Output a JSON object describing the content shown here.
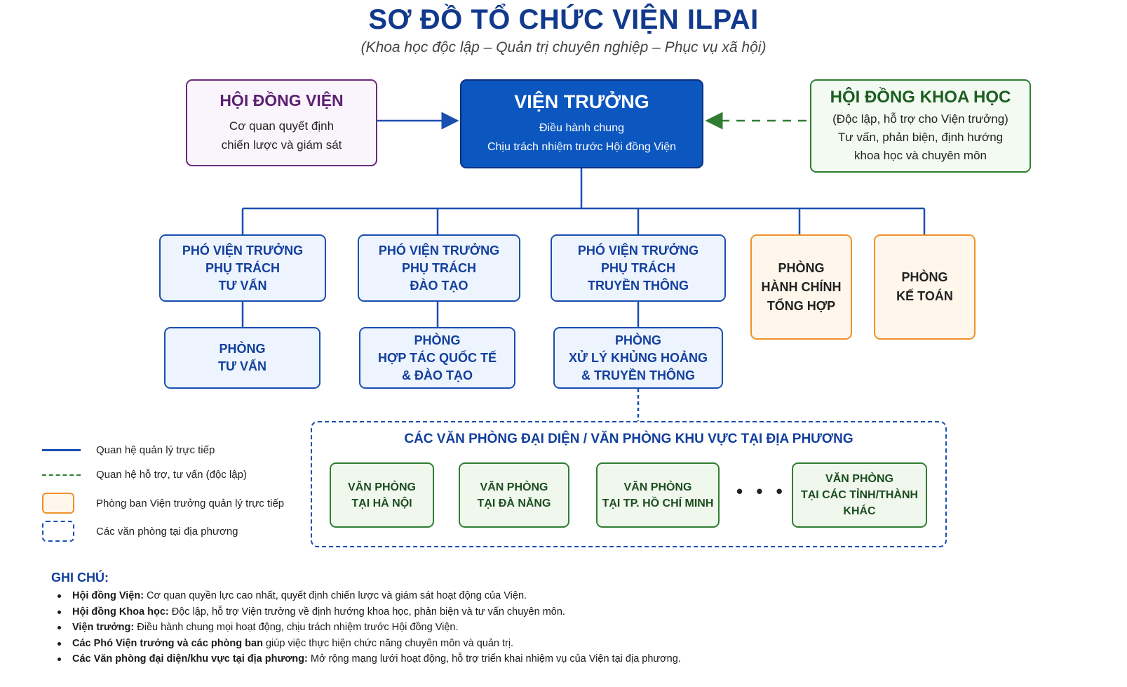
{
  "title": "SƠ ĐỒ TỔ CHỨC VIỆN ILPAI",
  "subtitle": "(Khoa học độc lập – Quản trị chuyên nghiệp – Phục vụ xã hội)",
  "council": {
    "heading": "HỘI ĐỒNG VIỆN",
    "lines": [
      "Cơ quan quyết định",
      "chiến lược và giám sát"
    ]
  },
  "director": {
    "heading": "VIỆN TRƯỞNG",
    "lines": [
      "Điều hành chung",
      "Chịu trách nhiệm trước Hội đồng Viện"
    ]
  },
  "science": {
    "heading": "HỘI ĐỒNG KHOA HỌC",
    "lines": [
      "(Độc lập, hỗ trợ cho Viện trưởng)",
      "Tư vấn, phản biện, định hướng",
      "khoa học và chuyên môn"
    ]
  },
  "deputies": [
    {
      "lines": [
        "PHÓ VIỆN TRƯỞNG",
        "PHỤ TRÁCH",
        "TƯ VẤN"
      ]
    },
    {
      "lines": [
        "PHÓ VIỆN TRƯỞNG",
        "PHỤ TRÁCH",
        "ĐÀO TẠO"
      ]
    },
    {
      "lines": [
        "PHÓ VIỆN TRƯỞNG",
        "PHỤ TRÁCH",
        "TRUYỀN THÔNG"
      ]
    }
  ],
  "departments": [
    {
      "lines": [
        "PHÒNG",
        "TƯ VẤN"
      ]
    },
    {
      "lines": [
        "PHÒNG",
        "HỢP TÁC QUỐC TẾ",
        "& ĐÀO TẠO"
      ]
    },
    {
      "lines": [
        "PHÒNG",
        "XỬ LÝ KHỦNG HOẢNG",
        "& TRUYỀN THÔNG"
      ]
    }
  ],
  "direct_departments": [
    {
      "lines": [
        "PHÒNG",
        "HÀNH CHÍNH",
        "TỔNG HỢP"
      ]
    },
    {
      "lines": [
        "PHÒNG",
        "KẾ TOÁN"
      ]
    }
  ],
  "regional": {
    "title": "CÁC VĂN PHÒNG ĐẠI DIỆN / VĂN PHÒNG KHU VỰC TẠI ĐỊA PHƯƠNG",
    "offices": [
      {
        "lines": [
          "VĂN PHÒNG",
          "TẠI HÀ NỘI"
        ]
      },
      {
        "lines": [
          "VĂN PHÒNG",
          "TẠI ĐÀ NẴNG"
        ]
      },
      {
        "lines": [
          "VĂN PHÒNG",
          "TẠI TP. HỒ CHÍ MINH"
        ]
      },
      {
        "lines": [
          "VĂN PHÒNG",
          "TẠI CÁC TỈNH/THÀNH",
          "KHÁC"
        ]
      }
    ],
    "ellipsis": "• • •"
  },
  "legend": [
    {
      "symbol": "solid-line",
      "label": "Quan hệ quản lý trực tiếp"
    },
    {
      "symbol": "dashed-line",
      "label": "Quan hệ hỗ trợ, tư vấn (độc lập)"
    },
    {
      "symbol": "orange-box",
      "label": "Phòng ban Viện trưởng quản lý trực tiếp"
    },
    {
      "symbol": "dashed-box",
      "label": "Các văn phòng tại địa phương"
    }
  ],
  "notes": {
    "heading": "GHI CHÚ:",
    "items": [
      {
        "term": "Hội đồng Viện:",
        "text": " Cơ quan quyền lực cao nhất, quyết định chiến lược và giám sát hoạt động của Viện."
      },
      {
        "term": "Hội đồng Khoa học:",
        "text": " Độc lập, hỗ trợ Viện trưởng về định hướng khoa học, phản biện và tư vấn chuyên môn."
      },
      {
        "term": "Viện trưởng:",
        "text": " Điều hành chung mọi hoạt động, chịu trách nhiệm trước Hội đồng Viện."
      },
      {
        "term": "Các Phó Viện trưởng và các phòng ban",
        "text": " giúp việc thực hiện chức năng chuyên môn và quản trị."
      },
      {
        "term": "Các Văn phòng đại diện/khu vực tại địa phương:",
        "text": " Mở rộng mạng lưới hoạt động, hỗ trợ triển khai nhiệm vụ của Viện tại địa phương."
      }
    ]
  },
  "colors": {
    "title": "#123a8c",
    "director_fill": "#0c56bf",
    "council_border": "#6b2a7c",
    "science_border": "#2f7d32",
    "management_line": "#1a4fb0",
    "support_line": "#2f7d32",
    "direct_department_border": "#f0912a"
  }
}
